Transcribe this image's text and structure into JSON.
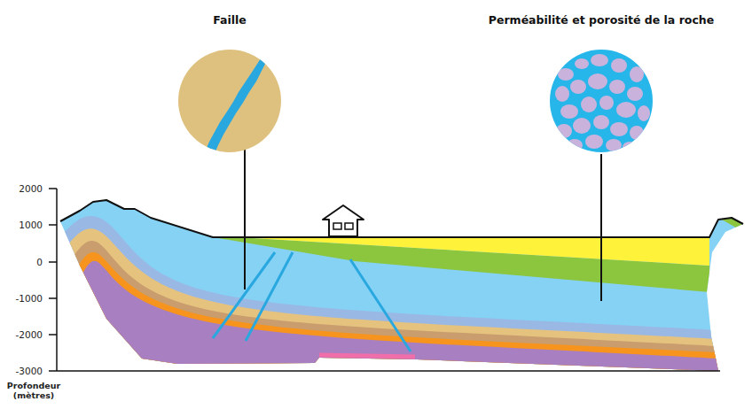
{
  "diagram": {
    "nodes": [
      {
        "text": [
          "Faille"
        ]
      },
      {
        "text": [
          "Perméabilité et porosité de la roche"
        ]
      }
    ],
    "labels": [
      "2000",
      "1000",
      "0",
      "-1000",
      "-2000",
      "-3000",
      "Profondeur (mètres)"
    ]
  }
}
